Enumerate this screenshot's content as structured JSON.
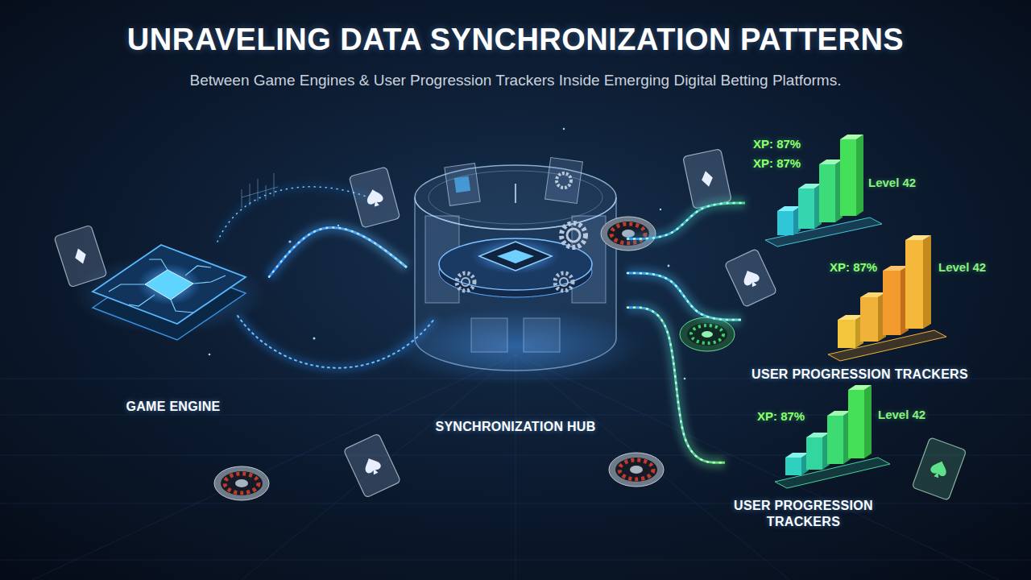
{
  "diagram": {
    "title": "UNRAVELING DATA SYNCHRONIZATION PATTERNS",
    "caption": "Between Game Engines & User Progression Trackers Inside Emerging Digital Betting Platforms.",
    "nodes": [
      {
        "text": [
          "GAME ENGINE"
        ]
      },
      {
        "text": [
          "SYNCHRONIZATION HUB"
        ]
      },
      {
        "text": [
          "XP: 87%",
          "XP: 87%",
          "Level 42"
        ]
      },
      {
        "text": [
          "XP: 87%",
          "Level 42",
          "USER PROGRESSION TRACKERS"
        ]
      },
      {
        "text": [
          "XP: 87%",
          "Level 42",
          "USER PROGRESSION TRACKERS"
        ]
      }
    ],
    "edges": [
      {
        "from": 0,
        "to": 1,
        "arrow": "none"
      },
      {
        "from": 1,
        "to": 2,
        "arrow": "none"
      },
      {
        "from": 1,
        "to": 3,
        "arrow": "none"
      },
      {
        "from": 1,
        "to": 4,
        "arrow": "none"
      }
    ]
  }
}
